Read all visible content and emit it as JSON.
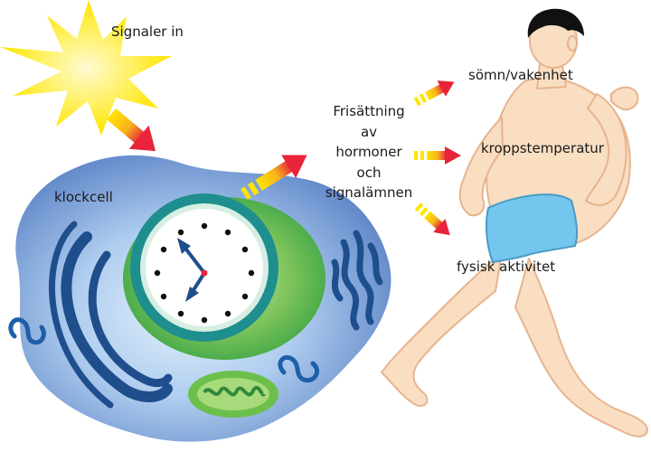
{
  "labels": {
    "signals_in": "Signaler in",
    "clock_cell": "klockcell",
    "release_lines": [
      "Frisättning",
      "av",
      "hormoner",
      "och",
      "signalämnen"
    ],
    "sleep_wake": "sömn/vakenhet",
    "body_temperature": "kroppstemperatur",
    "physical_activity": "fysisk aktivitet"
  },
  "colors": {
    "sun": "#FFE500",
    "arrow_start": "#FFE500",
    "arrow_end": "#E8233A",
    "cell_outer": "#5F86C8",
    "cell_light": "#D6E9FA",
    "nucleus_green": "#3FA648",
    "clock_ring": "#1E8F8E",
    "clock_face": "#FFFFFF",
    "organelle_navy": "#1F4E8C",
    "mitochondrion": "#6CBF4B",
    "skin": "#F9DEC2",
    "hair": "#111111",
    "shorts": "#74C6EE"
  },
  "icons": {
    "sun": "sun-icon",
    "clock": "clock-icon",
    "mitochondrion": "mitochondrion-icon",
    "runner": "runner-figure"
  }
}
